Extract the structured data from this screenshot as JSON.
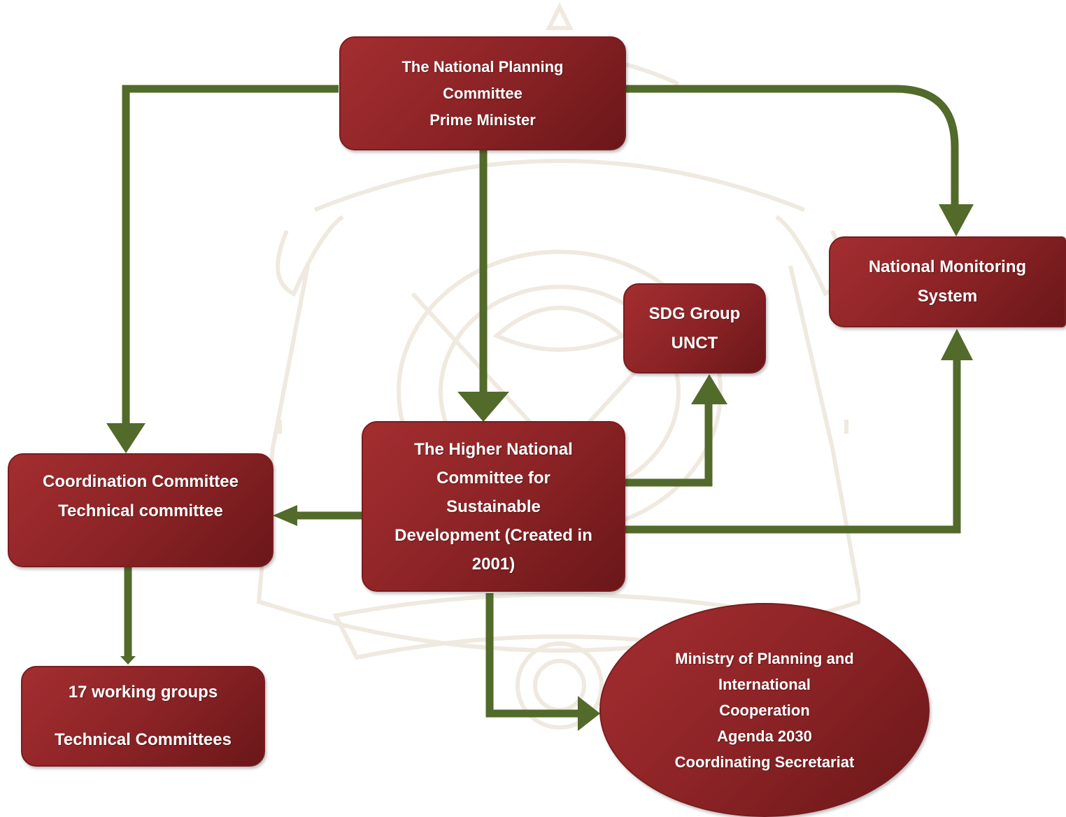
{
  "colors": {
    "arrow": "#526a2a",
    "node_fill": "#8c2326",
    "node_text": "#ffffff",
    "watermark": "#efe9df"
  },
  "nodes": {
    "planning": {
      "lines": [
        "The National Planning",
        "Committee",
        "Prime Minister"
      ]
    },
    "monitoring": {
      "lines": [
        "National Monitoring",
        "System"
      ]
    },
    "sdg": {
      "lines": [
        "SDG Group",
        "UNCT"
      ]
    },
    "higher": {
      "lines": [
        "The Higher National",
        "Committee for",
        "Sustainable",
        "Development (Created in",
        "2001)"
      ]
    },
    "coordination": {
      "lines": [
        "Coordination Committee",
        "Technical committee"
      ]
    },
    "working": {
      "lines": [
        "17 working groups",
        "Technical Committees"
      ]
    },
    "ministry": {
      "lines": [
        "Ministry of Planning and",
        "International",
        "Cooperation",
        "Agenda 2030",
        "Coordinating Secretariat"
      ]
    }
  },
  "watermark_icon": "coat-of-arms"
}
